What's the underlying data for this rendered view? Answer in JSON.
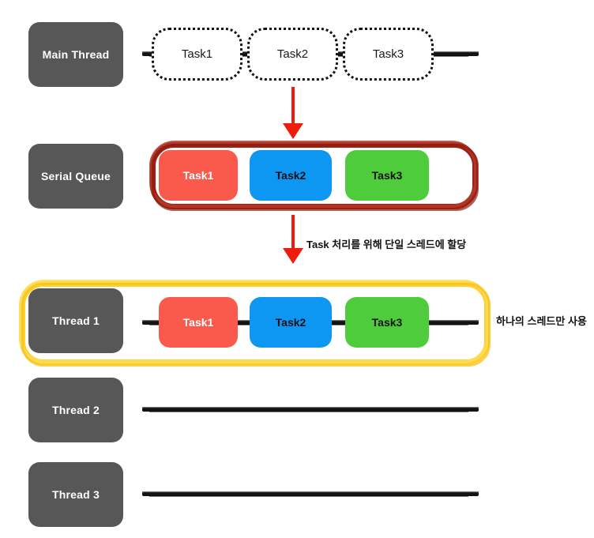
{
  "diagram": {
    "title": "Serial Queue single thread dispatch diagram",
    "background": "#ffffff"
  },
  "colors": {
    "lane_label_bg": "#575757",
    "lane_label_text": "#ffffff",
    "task1": "#fa5a4b",
    "task2": "#0d96f2",
    "task3": "#4ecc3b",
    "queue_outline": "#9e2214",
    "thread_outline": "#ffd02e",
    "arrow": "#ee1b0f",
    "timeline": "#141414"
  },
  "lanes": [
    {
      "id": "main-thread",
      "label": "Main Thread"
    },
    {
      "id": "serial-queue",
      "label": "Serial Queue"
    },
    {
      "id": "thread-1",
      "label": "Thread 1"
    },
    {
      "id": "thread-2",
      "label": "Thread 2"
    },
    {
      "id": "thread-3",
      "label": "Thread 3"
    }
  ],
  "main_thread_tasks": [
    {
      "label": "Task1"
    },
    {
      "label": "Task2"
    },
    {
      "label": "Task3"
    }
  ],
  "serial_queue_tasks": [
    {
      "label": "Task1",
      "color": "#fa5a4b",
      "text_color": "#ffffff"
    },
    {
      "label": "Task2",
      "color": "#0d96f2",
      "text_color": "#111111"
    },
    {
      "label": "Task3",
      "color": "#4ecc3b",
      "text_color": "#111111"
    }
  ],
  "thread1_tasks": [
    {
      "label": "Task1",
      "color": "#fa5a4b",
      "text_color": "#ffffff"
    },
    {
      "label": "Task2",
      "color": "#0d96f2",
      "text_color": "#111111"
    },
    {
      "label": "Task3",
      "color": "#4ecc3b",
      "text_color": "#111111"
    }
  ],
  "annotations": {
    "dispatch_note": "Task 처리를 위해 단일 스레드에 할당",
    "single_thread_note": "하나의 스레드만 사용"
  }
}
